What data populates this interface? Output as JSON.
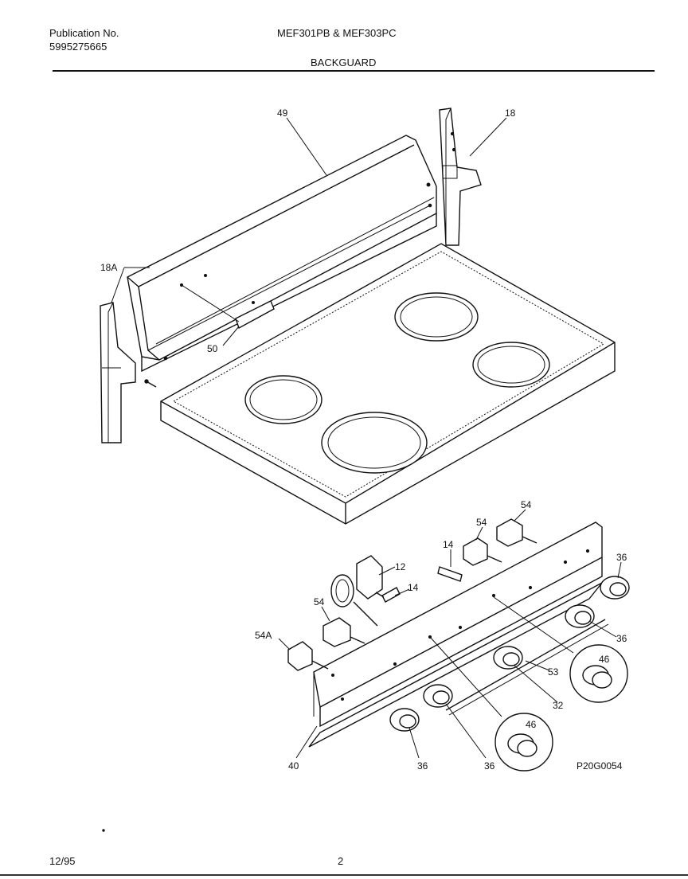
{
  "header": {
    "publication_label": "Publication No.",
    "publication_number": "5995275665",
    "model": "MEF301PB & MEF303PC",
    "section": "BACKGUARD"
  },
  "footer": {
    "date": "12/95",
    "page": "2"
  },
  "diagram": {
    "drawing_code": "P20G0054",
    "callouts": {
      "c49": "49",
      "c18": "18",
      "c18A": "18A",
      "c50": "50",
      "c12": "12",
      "c14a": "14",
      "c14b": "14",
      "c54a": "54",
      "c54b": "54",
      "c54c": "54",
      "c54A": "54A",
      "c36a": "36",
      "c36b": "36",
      "c36c": "36",
      "c36d": "36",
      "c46a": "46",
      "c46b": "46",
      "c53": "53",
      "c32": "32",
      "c40": "40"
    }
  }
}
